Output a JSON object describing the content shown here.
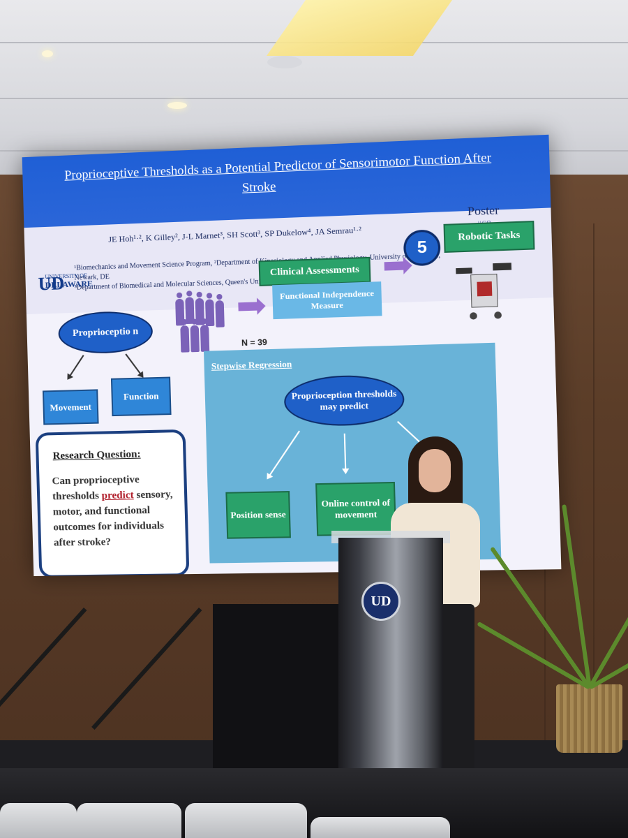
{
  "slide": {
    "title_line1": "Proprioceptive Thresholds as a Potential Predictor of Sensorimotor Function After",
    "title_line2": "Stroke",
    "authors": "JE Hoh¹·², K Gilley², J-L Marnet³, SH Scott³, SP Dukelow⁴, JA Semrau¹·²",
    "poster_label": "Poster",
    "poster_number": "#68",
    "affiliation_1": "¹Biomechanics and Movement Science Program, ²Department of Kinesiology and Applied Physiology, University of Delaware, Newark, DE",
    "affiliation_2": "³Department of Biomedical and Molecular Sciences, Queen's University, Kingston, Ontario,",
    "logo_small": "UNIVERSITY OF",
    "logo_big": "DELAWARE",
    "logo_mark": "UD",
    "proprioception_oval": "Proprioceptio n",
    "movement_box": "Movement",
    "function_box": "Function",
    "participants_label": "N = 39",
    "clinical_assessments": "Clinical Assessments",
    "functional_independence": "Functional Independence Measure",
    "robotic_number": "5",
    "robotic_tasks": "Robotic Tasks",
    "regression_title": "Stepwise Regression",
    "regression_oval": "Proprioception thresholds may predict",
    "position_sense": "Position sense",
    "online_control": "Online control of movement",
    "research_question_head": "Research Question:",
    "rq_part1": "Can proprioceptive thresholds",
    "rq_highlight": "predict",
    "rq_part2": "sensory, motor, and functional outcomes for individuals after stroke?"
  },
  "podium": {
    "emblem": "UD"
  },
  "colors": {
    "slide_blue": "#1f60c8",
    "slide_green": "#2aa26a",
    "regression_panel": "#69b3d8",
    "highlight_red": "#b01d2a"
  }
}
